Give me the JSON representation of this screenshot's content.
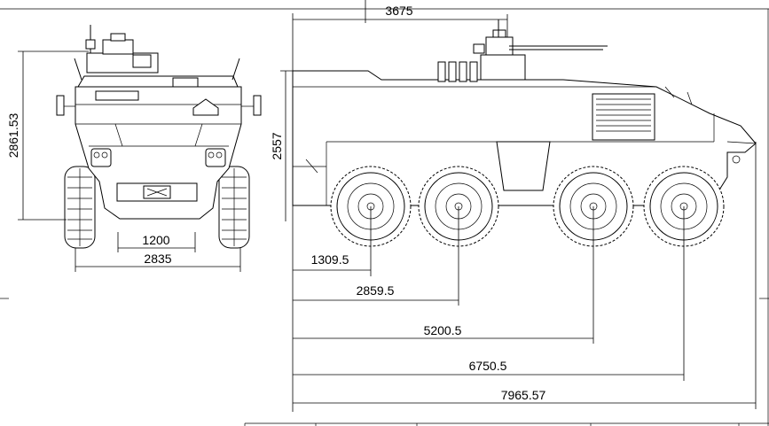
{
  "drawing": {
    "title": "",
    "dimensions": {
      "overall_height": "2861.53",
      "front_track_inner": "1200",
      "front_track_outer": "2835",
      "hull_height": "2557",
      "turret_offset": "3675",
      "axle_1": "1309.5",
      "axle_2": "2859.5",
      "axle_3": "5200.5",
      "axle_4": "6750.5",
      "overall_length": "7965.57"
    },
    "wheel_axles": [
      1309.5,
      2859.5,
      5200.5,
      6750.5
    ]
  }
}
